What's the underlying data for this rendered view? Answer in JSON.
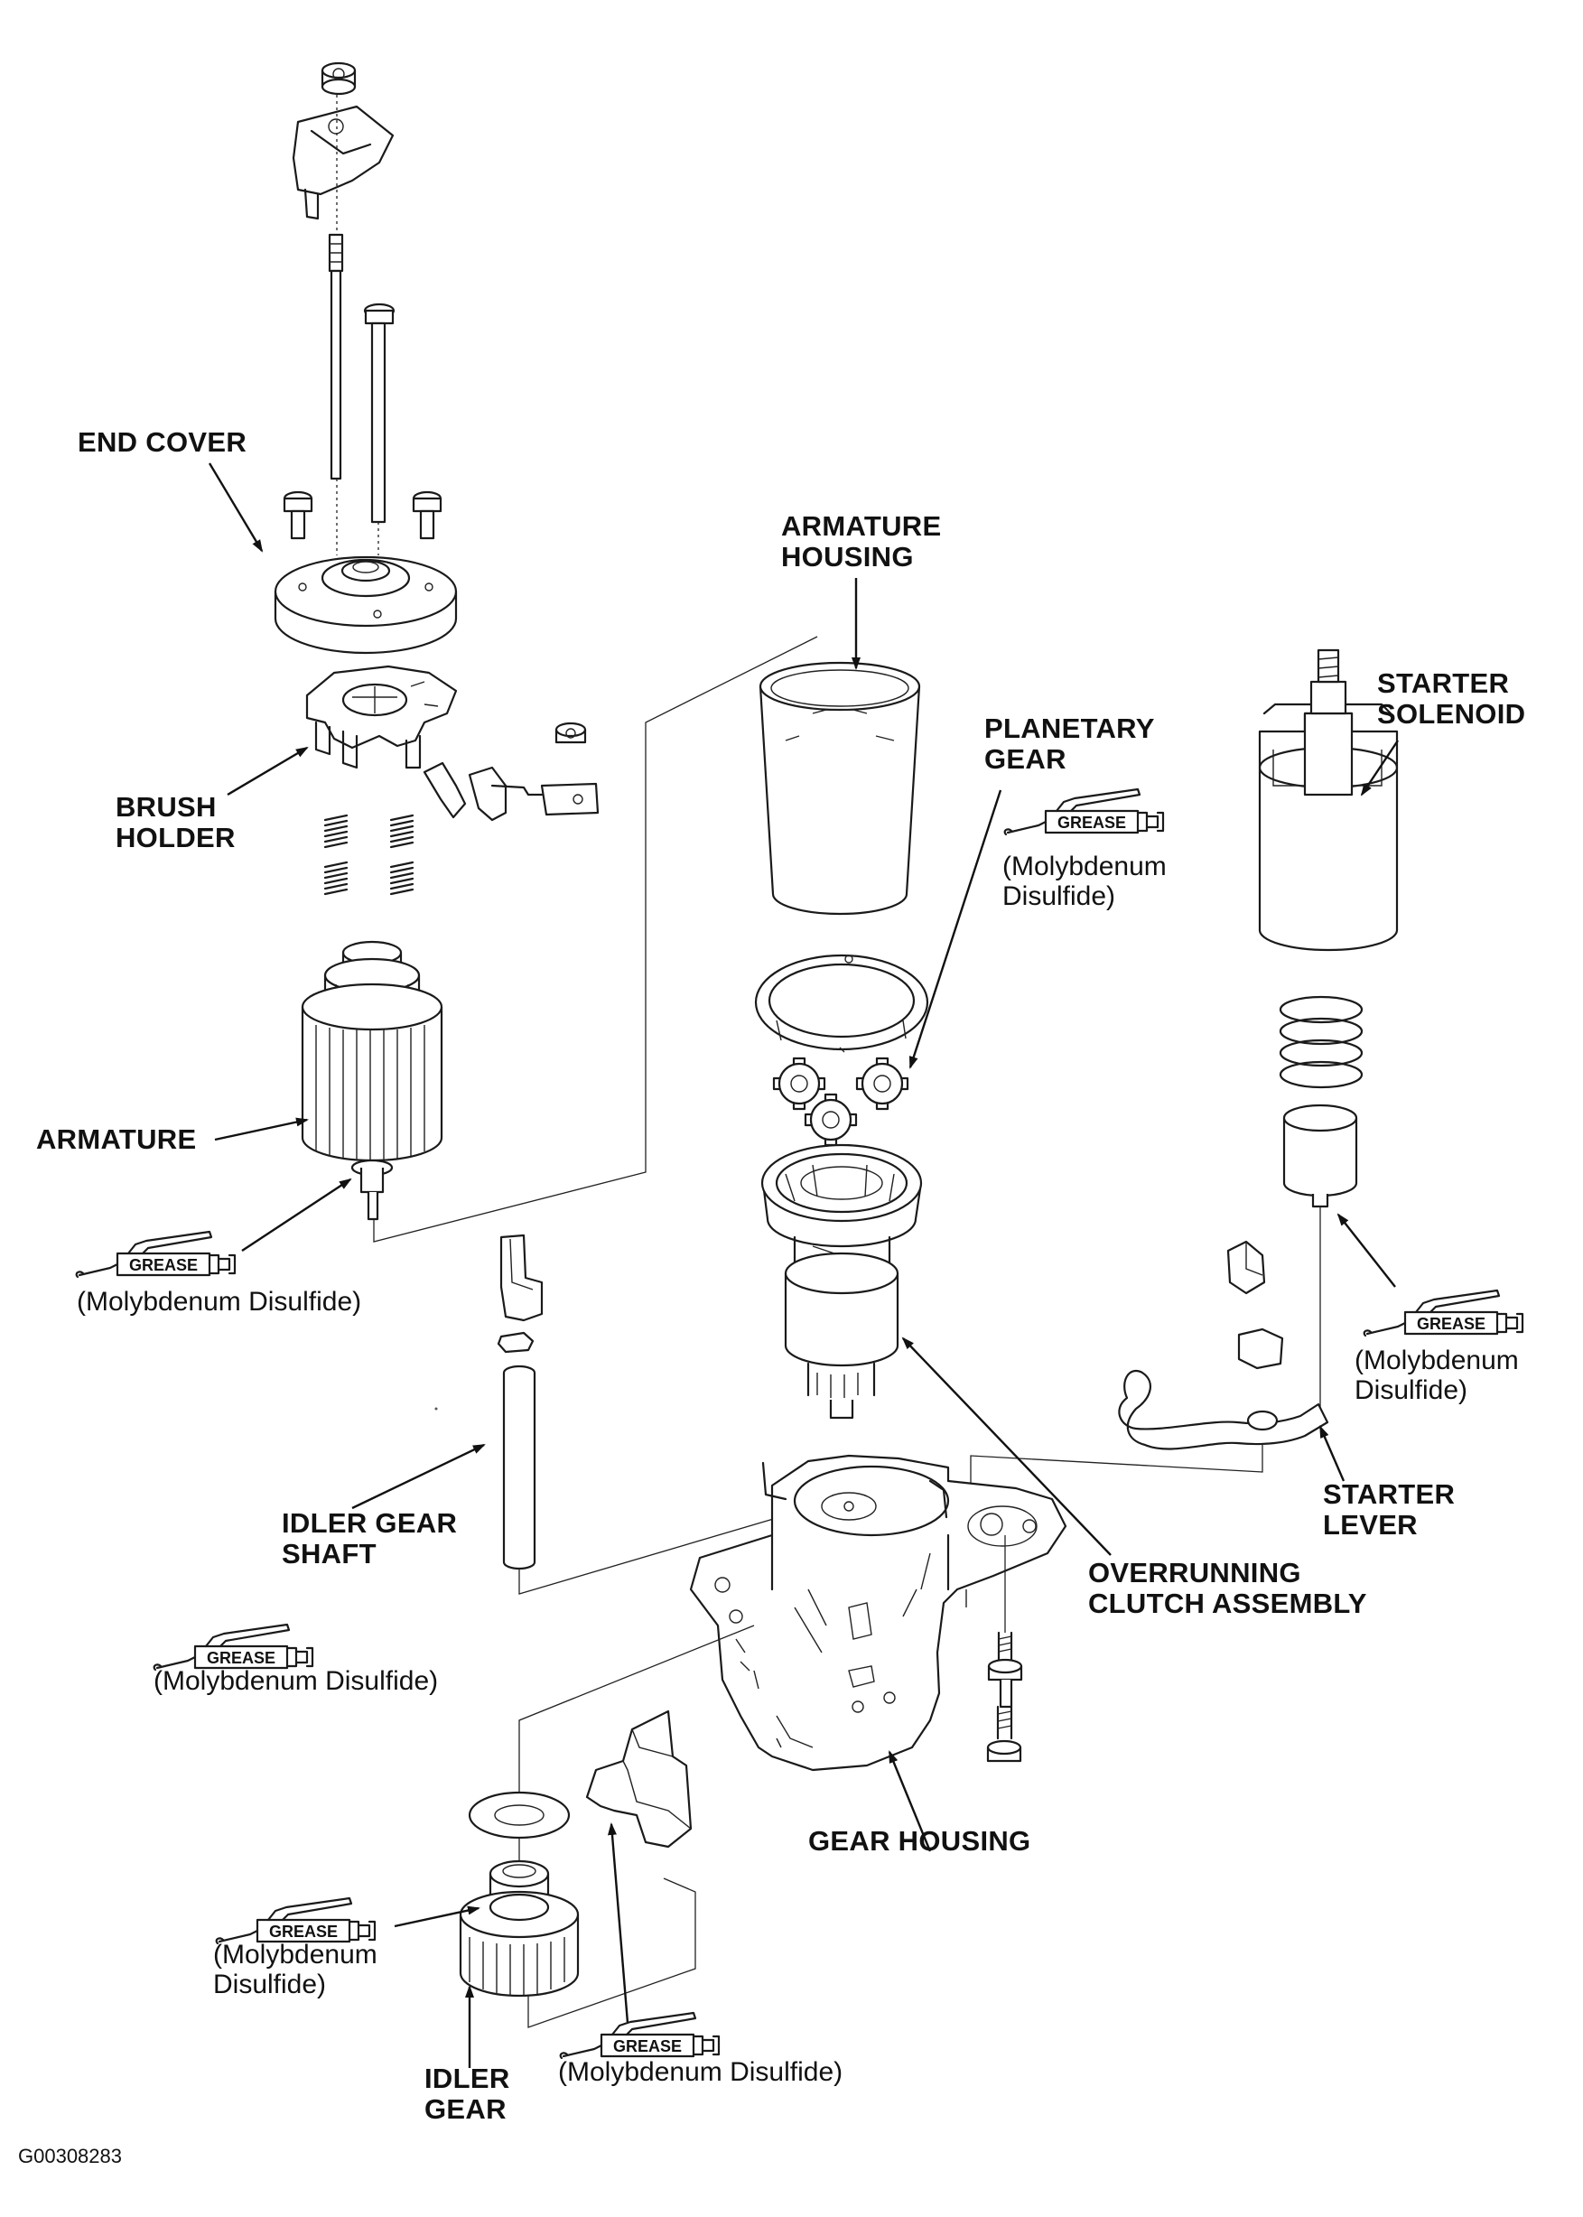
{
  "labels": {
    "end_cover": "END COVER",
    "brush_holder": "BRUSH\nHOLDER",
    "armature": "ARMATURE",
    "armature_housing": "ARMATURE\nHOUSING",
    "planetary_gear": "PLANETARY\nGEAR",
    "starter_solenoid": "STARTER\nSOLENOID",
    "idler_gear_shaft": "IDLER GEAR\nSHAFT",
    "starter_lever": "STARTER\nLEVER",
    "overrunning_clutch": "OVERRUNNING\nCLUTCH ASSEMBLY",
    "gear_housing": "GEAR HOUSING",
    "idler_gear": "IDLER\nGEAR"
  },
  "grease": {
    "tag": "GREASE",
    "armature_note": "(Molybdenum Disulfide)",
    "planetary_note": "(Molybdenum\nDisulfide)",
    "solenoid_note": "(Molybdenum\nDisulfide)",
    "shaft_note": "(Molybdenum Disulfide)",
    "idler_note": "(Molybdenum\nDisulfide)",
    "bottom_note": "(Molybdenum Disulfide)"
  },
  "figure_id": "G00308283",
  "icons": {
    "grease_gun": "grease-gun-icon"
  }
}
